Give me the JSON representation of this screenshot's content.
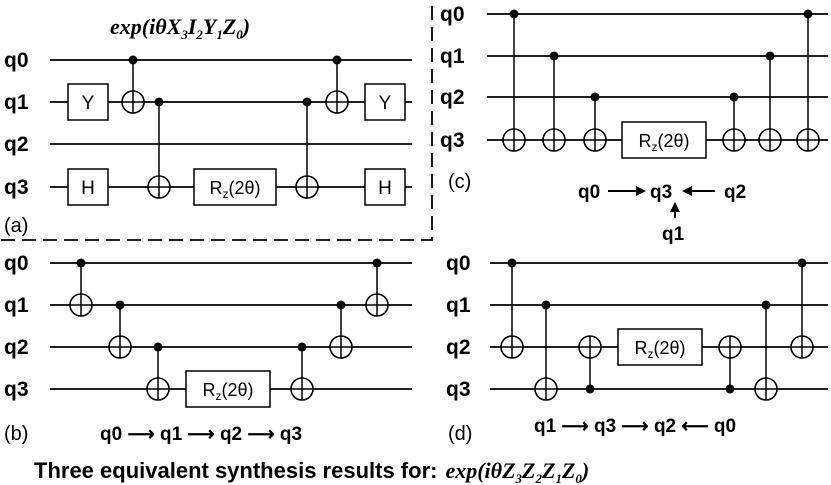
{
  "panels": {
    "a": {
      "tag": "(a)",
      "title": {
        "exp": "exp(iθ",
        "X": "X",
        "X_sub": "3",
        "I": "I",
        "I_sub": "2",
        "Y": "Y",
        "Y_sub": "1",
        "Z": "Z",
        "Z_sub": "0",
        "close": ")"
      },
      "qubits": [
        "q0",
        "q1",
        "q2",
        "q3"
      ],
      "gates": {
        "y_left": "Y",
        "h_left": "H",
        "y_right": "Y",
        "h_right": "H"
      },
      "rz": {
        "base": "R",
        "sub": "z",
        "arg": "(2θ)"
      }
    },
    "b": {
      "tag": "(b)",
      "qubits": [
        "q0",
        "q1",
        "q2",
        "q3"
      ],
      "rz": {
        "base": "R",
        "sub": "z",
        "arg": "(2θ)"
      },
      "flow": "q0 ⟶ q1 ⟶ q2 ⟶ q3"
    },
    "c": {
      "tag": "(c)",
      "qubits": [
        "q0",
        "q1",
        "q2",
        "q3"
      ],
      "rz": {
        "base": "R",
        "sub": "z",
        "arg": "(2θ)"
      },
      "flow": {
        "left": "q0",
        "center": "q3",
        "right": "q2",
        "bottom": "q1"
      }
    },
    "d": {
      "tag": "(d)",
      "qubits": [
        "q0",
        "q1",
        "q2",
        "q3"
      ],
      "rz": {
        "base": "R",
        "sub": "z",
        "arg": "(2θ)"
      },
      "flow": "q1 ⟶ q3 ⟶ q2 ⟵ q0"
    }
  },
  "caption": {
    "text": "Three equivalent synthesis results for:",
    "expr": {
      "exp": "exp(iθ",
      "Z3": "Z",
      "Z3_sub": "3",
      "Z2": "Z",
      "Z2_sub": "2",
      "Z1": "Z",
      "Z1_sub": "1",
      "Z0": "Z",
      "Z0_sub": "0",
      "close": ")"
    }
  },
  "colors": {
    "ink": "#000000",
    "background": "#ffffff"
  }
}
